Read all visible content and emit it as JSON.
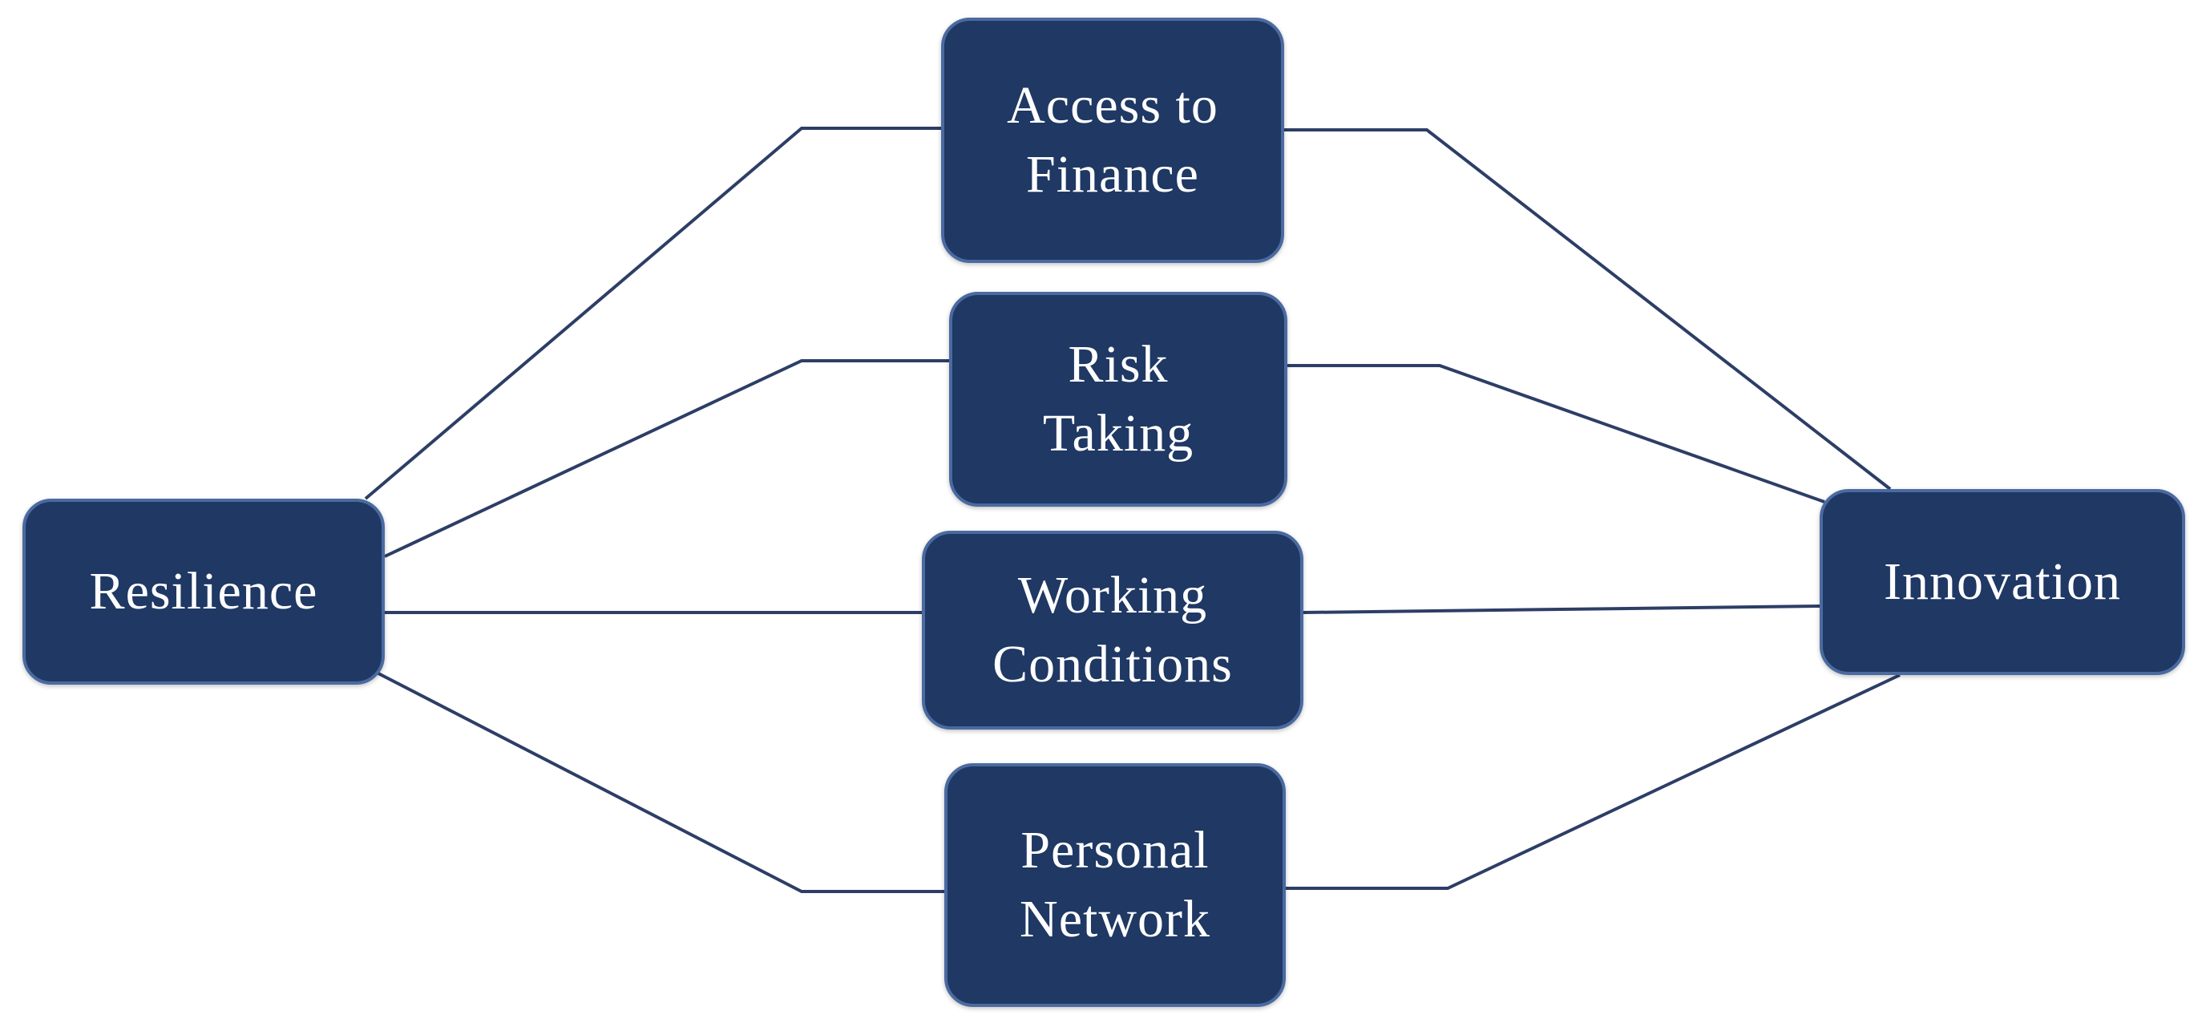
{
  "diagram": {
    "type": "flow",
    "source": {
      "id": "resilience",
      "label": "Resilience"
    },
    "target": {
      "id": "innovation",
      "label": "Innovation"
    },
    "mediators": [
      {
        "id": "finance",
        "label": "Access to\nFinance"
      },
      {
        "id": "risk",
        "label": "Risk\nTaking"
      },
      {
        "id": "working",
        "label": "Working\nConditions"
      },
      {
        "id": "network",
        "label": "Personal\nNetwork"
      }
    ],
    "edges": [
      {
        "from": "resilience",
        "to": "finance"
      },
      {
        "from": "resilience",
        "to": "risk"
      },
      {
        "from": "resilience",
        "to": "working"
      },
      {
        "from": "resilience",
        "to": "network"
      },
      {
        "from": "finance",
        "to": "innovation"
      },
      {
        "from": "risk",
        "to": "innovation"
      },
      {
        "from": "working",
        "to": "innovation"
      },
      {
        "from": "network",
        "to": "innovation"
      }
    ],
    "colors": {
      "node_fill": "#1f3864",
      "node_border": "#4a6aa0",
      "node_text": "#ffffff",
      "connector": "#2d3e66"
    }
  }
}
